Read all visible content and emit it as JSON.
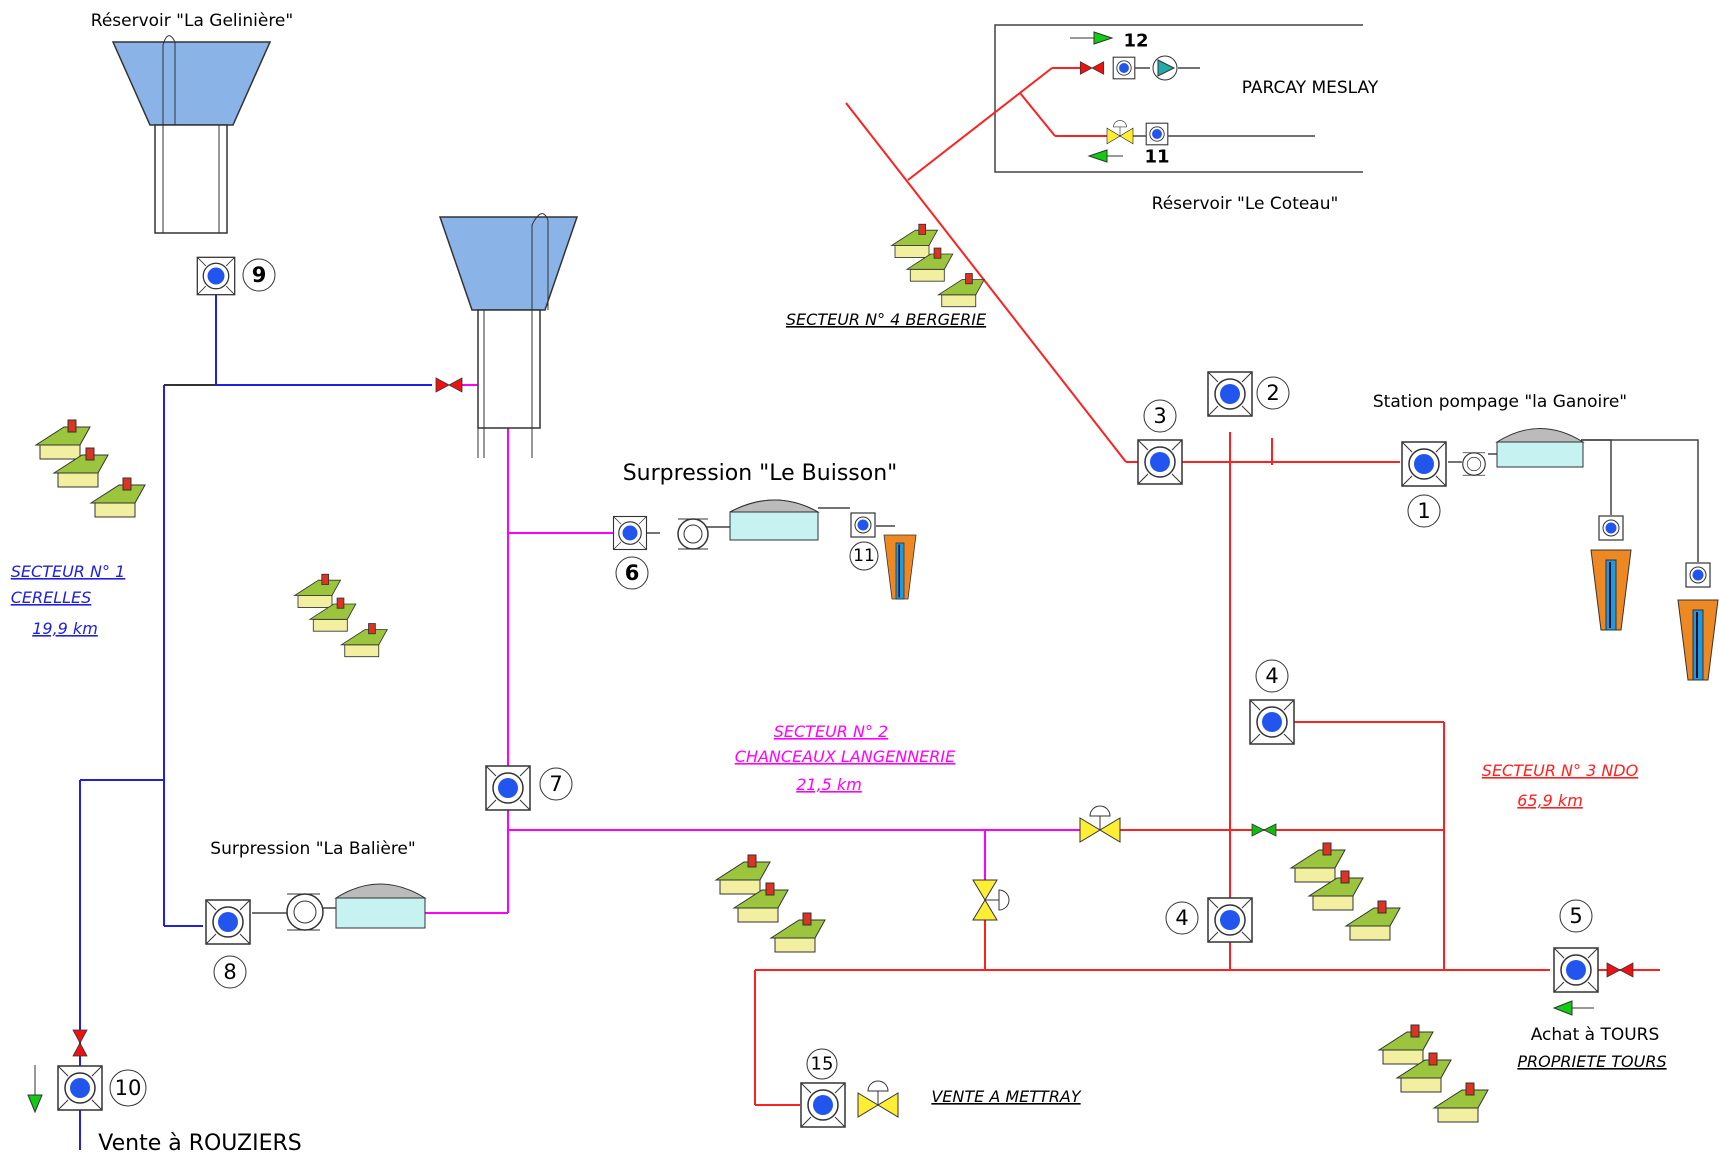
{
  "labels": {
    "res_gel": "Réservoir \"La Gelinière\"",
    "parcay": "PARCAY MESLAY",
    "res_coteau": "Réservoir \"Le Coteau\"",
    "secteur4": "SECTEUR N° 4 BERGERIE",
    "station_ganoire": "Station pompage \"la Ganoire\"",
    "surp_buisson": "Surpression \"Le Buisson\"",
    "surp_baliere": "Surpression \"La Balière\"",
    "secteur1_l1": "SECTEUR N° 1",
    "secteur1_l2": "CERELLES",
    "secteur1_l3": "19,9 km",
    "secteur2_l1": "SECTEUR N° 2",
    "secteur2_l2": "CHANCEAUX LANGENNERIE",
    "secteur2_l3": "21,5 km",
    "secteur3_l1": "SECTEUR N° 3 NDO",
    "secteur3_l2": "65,9 km",
    "achat_tours": "Achat à TOURS",
    "propriete_tours": "PROPRIETE TOURS",
    "vente_mettray": "VENTE A METTRAY",
    "vente_rouziers": "Vente à ROUZIERS"
  },
  "markers": {
    "m1": "1",
    "m2": "2",
    "m3": "3",
    "m4a": "4",
    "m4b": "4",
    "m5": "5",
    "m6": "6",
    "m7": "7",
    "m8": "8",
    "m9": "9",
    "m10": "10",
    "m11a": "11",
    "m11b": "11",
    "m12": "12",
    "m15": "15"
  },
  "colors": {
    "sector1": "#2020e0",
    "sector2": "#ff00ff",
    "sector3": "#ff2020",
    "tank": "#8ab4e8",
    "house": "#9bc53d"
  }
}
